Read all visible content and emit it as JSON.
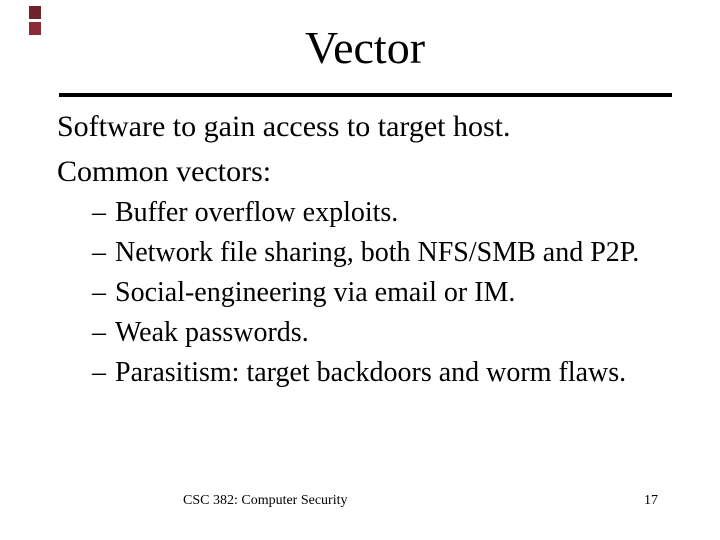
{
  "title": "Vector",
  "body_lines": [
    "Software to gain access to target host.",
    "Common vectors:"
  ],
  "bullets": [
    {
      "marker": "–",
      "text": "Buffer overflow exploits."
    },
    {
      "marker": "–",
      "text": "Network file sharing, both NFS/SMB and P2P."
    },
    {
      "marker": "–",
      "text": "Social-engineering via email or IM."
    },
    {
      "marker": "–",
      "text": "Weak passwords."
    },
    {
      "marker": "–",
      "text": "Parasitism: target backdoors and worm flaws."
    }
  ],
  "footer": "CSC 382: Computer Security",
  "page_number": "17",
  "colors": {
    "text": "#000000",
    "rule": "#000000",
    "decor_square_top": "#6f222b",
    "decor_square_bottom": "#8a2b36"
  }
}
